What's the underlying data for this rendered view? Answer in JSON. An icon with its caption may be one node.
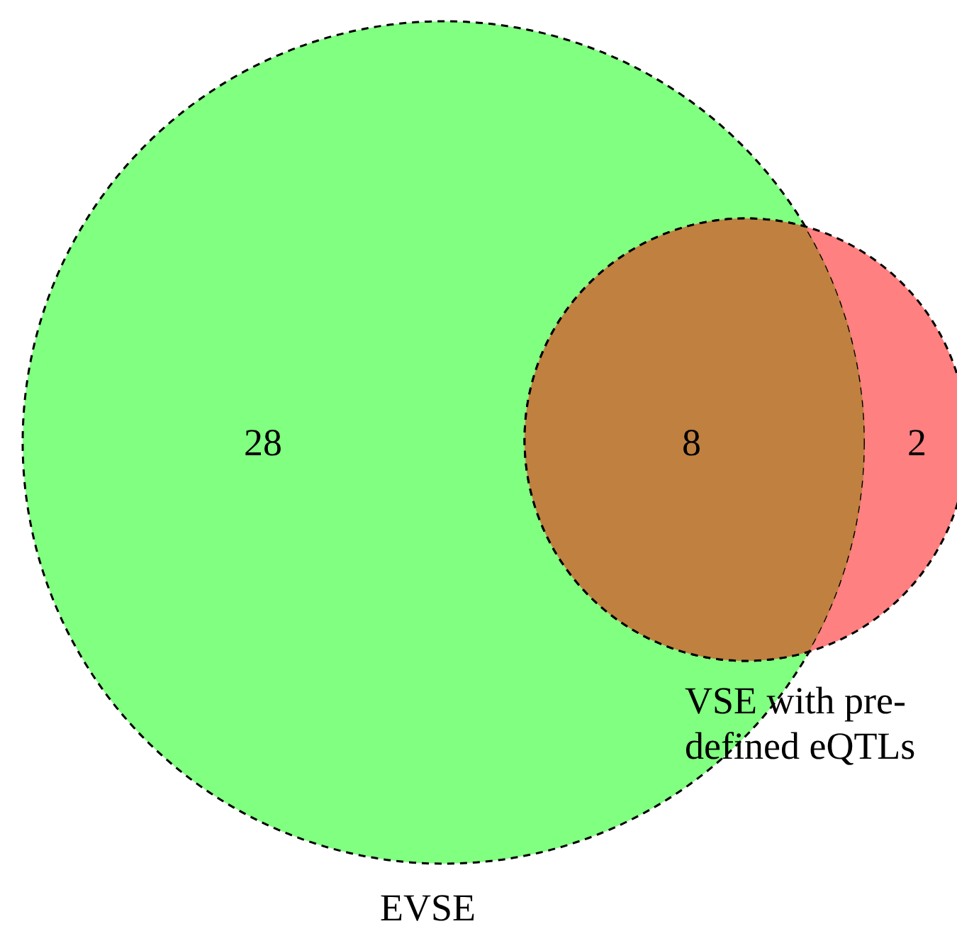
{
  "diagram": {
    "nodes": [
      {
        "text": [
          "EVSE"
        ]
      },
      {
        "text": [
          "VSE with pre-defined eQTLs"
        ]
      }
    ],
    "labels": [
      "28",
      "8",
      "2"
    ]
  }
}
